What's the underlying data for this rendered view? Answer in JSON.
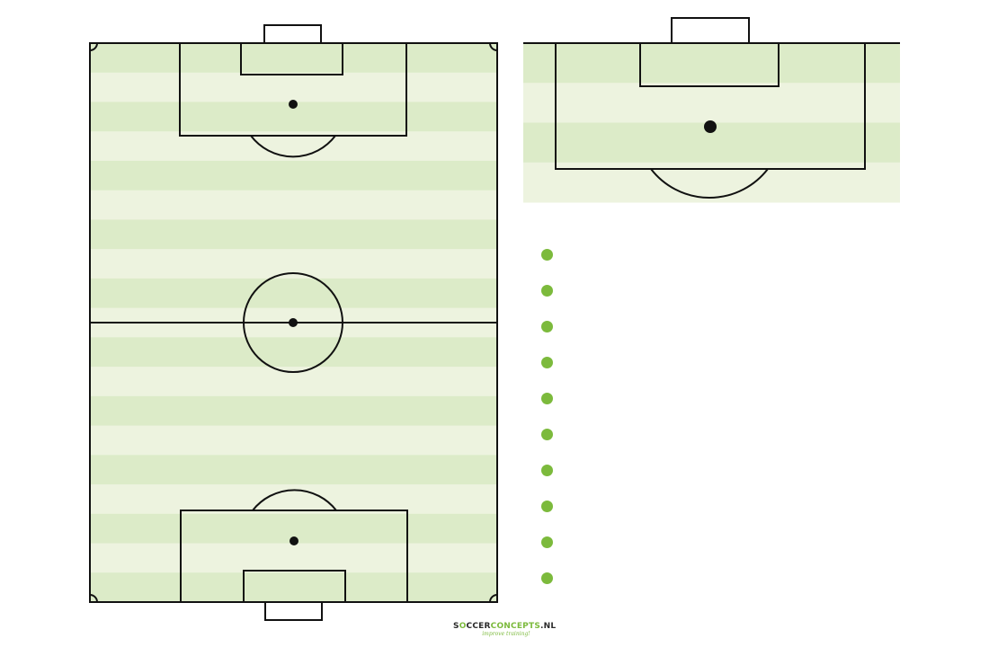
{
  "colors": {
    "stripe_dark": "#dcebc8",
    "stripe_light": "#edf3df",
    "line": "#111111",
    "bullet": "#7cba3c",
    "logo_dark": "#2a2a2a",
    "logo_green": "#7cba3c"
  },
  "diagram": {
    "full_pitch": {
      "orientation": "vertical",
      "stripe_count": 19,
      "markings": [
        "touchlines",
        "goal-lines",
        "halfway-line",
        "centre-circle",
        "centre-spot",
        "penalty-areas",
        "goal-areas",
        "penalty-spots",
        "penalty-arcs",
        "corner-arcs",
        "goals"
      ]
    },
    "half_pitch": {
      "orientation": "goal-top",
      "stripe_count": 4,
      "markings": [
        "goal-line",
        "goal",
        "penalty-area",
        "goal-area",
        "penalty-spot",
        "penalty-arc"
      ]
    }
  },
  "bullets": {
    "count": 10,
    "icon": "bullet-dot"
  },
  "logo": {
    "brand_part1": "S",
    "brand_ball": "O",
    "brand_part2": "CCER",
    "brand_part3": "CONCEPTS",
    "brand_part4": ".NL",
    "tagline": "improve training!"
  }
}
